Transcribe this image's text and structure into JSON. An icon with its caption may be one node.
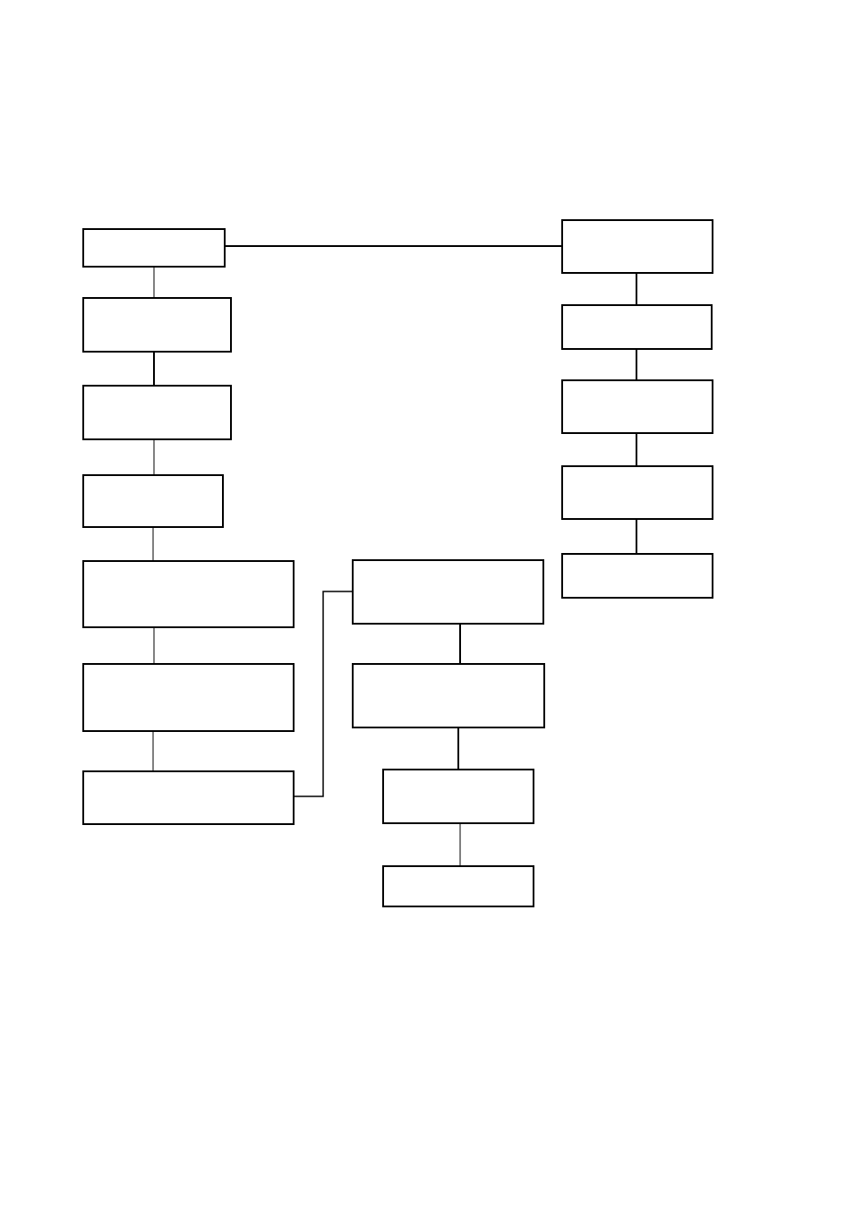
{
  "diagram": {
    "nodes": [
      {
        "text": [],
        "shape": "box"
      },
      {
        "text": [],
        "shape": "box"
      },
      {
        "text": [],
        "shape": "box"
      },
      {
        "text": [],
        "shape": "box"
      },
      {
        "text": [],
        "shape": "box"
      },
      {
        "text": [],
        "shape": "box"
      },
      {
        "text": [],
        "shape": "box"
      },
      {
        "text": [],
        "shape": "box"
      },
      {
        "text": [],
        "shape": "box"
      },
      {
        "text": [],
        "shape": "box"
      },
      {
        "text": [],
        "shape": "box"
      },
      {
        "text": [],
        "shape": "box"
      },
      {
        "text": [],
        "shape": "box"
      },
      {
        "text": [],
        "shape": "box"
      },
      {
        "text": [],
        "shape": "box"
      },
      {
        "text": [],
        "shape": "box"
      }
    ],
    "edges": [
      {
        "from": 0,
        "to": 1,
        "arrow": "none"
      },
      {
        "from": 1,
        "to": 2,
        "arrow": "none"
      },
      {
        "from": 2,
        "to": 3,
        "arrow": "none"
      },
      {
        "from": 3,
        "to": 4,
        "arrow": "none"
      },
      {
        "from": 4,
        "to": 5,
        "arrow": "none"
      },
      {
        "from": 5,
        "to": 6,
        "arrow": "none"
      },
      {
        "from": 6,
        "to": 7,
        "arrow": "none"
      },
      {
        "from": 7,
        "to": 8,
        "arrow": "none"
      },
      {
        "from": 8,
        "to": 9,
        "arrow": "none"
      },
      {
        "from": 9,
        "to": 10,
        "arrow": "none"
      },
      {
        "from": 0,
        "to": 11,
        "arrow": "none"
      },
      {
        "from": 11,
        "to": 12,
        "arrow": "none"
      },
      {
        "from": 12,
        "to": 13,
        "arrow": "none"
      },
      {
        "from": 13,
        "to": 14,
        "arrow": "none"
      },
      {
        "from": 14,
        "to": 15,
        "arrow": "none"
      }
    ]
  }
}
